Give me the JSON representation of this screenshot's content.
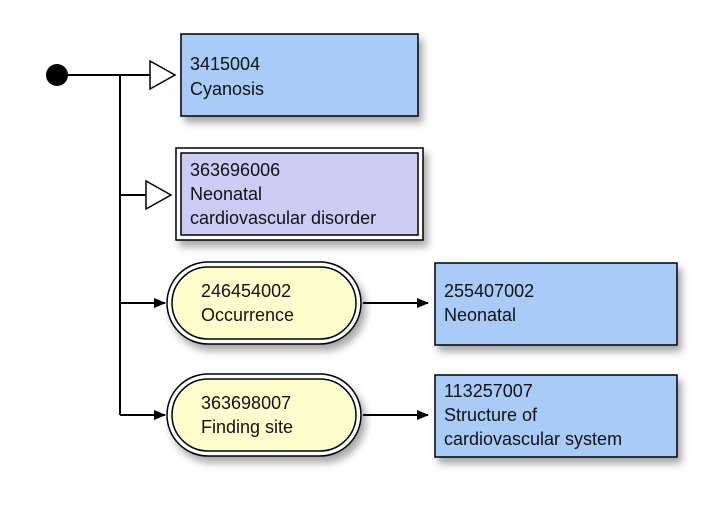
{
  "colors": {
    "concept_fill": "#a8ccf7",
    "defined_concept_fill": "#ccccf5",
    "attribute_fill": "#fefecc",
    "line": "#000000"
  },
  "concepts": {
    "cyanosis": {
      "code": "3415004",
      "lines": [
        "Cyanosis"
      ]
    },
    "neonatal_cv_disorder": {
      "code": "363696006",
      "lines": [
        "Neonatal",
        "cardiovascular disorder"
      ]
    },
    "neonatal": {
      "code": "255407002",
      "lines": [
        "Neonatal"
      ]
    },
    "structure_cv_system": {
      "code": "113257007",
      "lines": [
        "Structure of",
        "cardiovascular system"
      ]
    }
  },
  "attributes": {
    "occurrence": {
      "code": "246454002",
      "lines": [
        "Occurrence"
      ]
    },
    "finding_site": {
      "code": "363698007",
      "lines": [
        "Finding site"
      ]
    }
  }
}
